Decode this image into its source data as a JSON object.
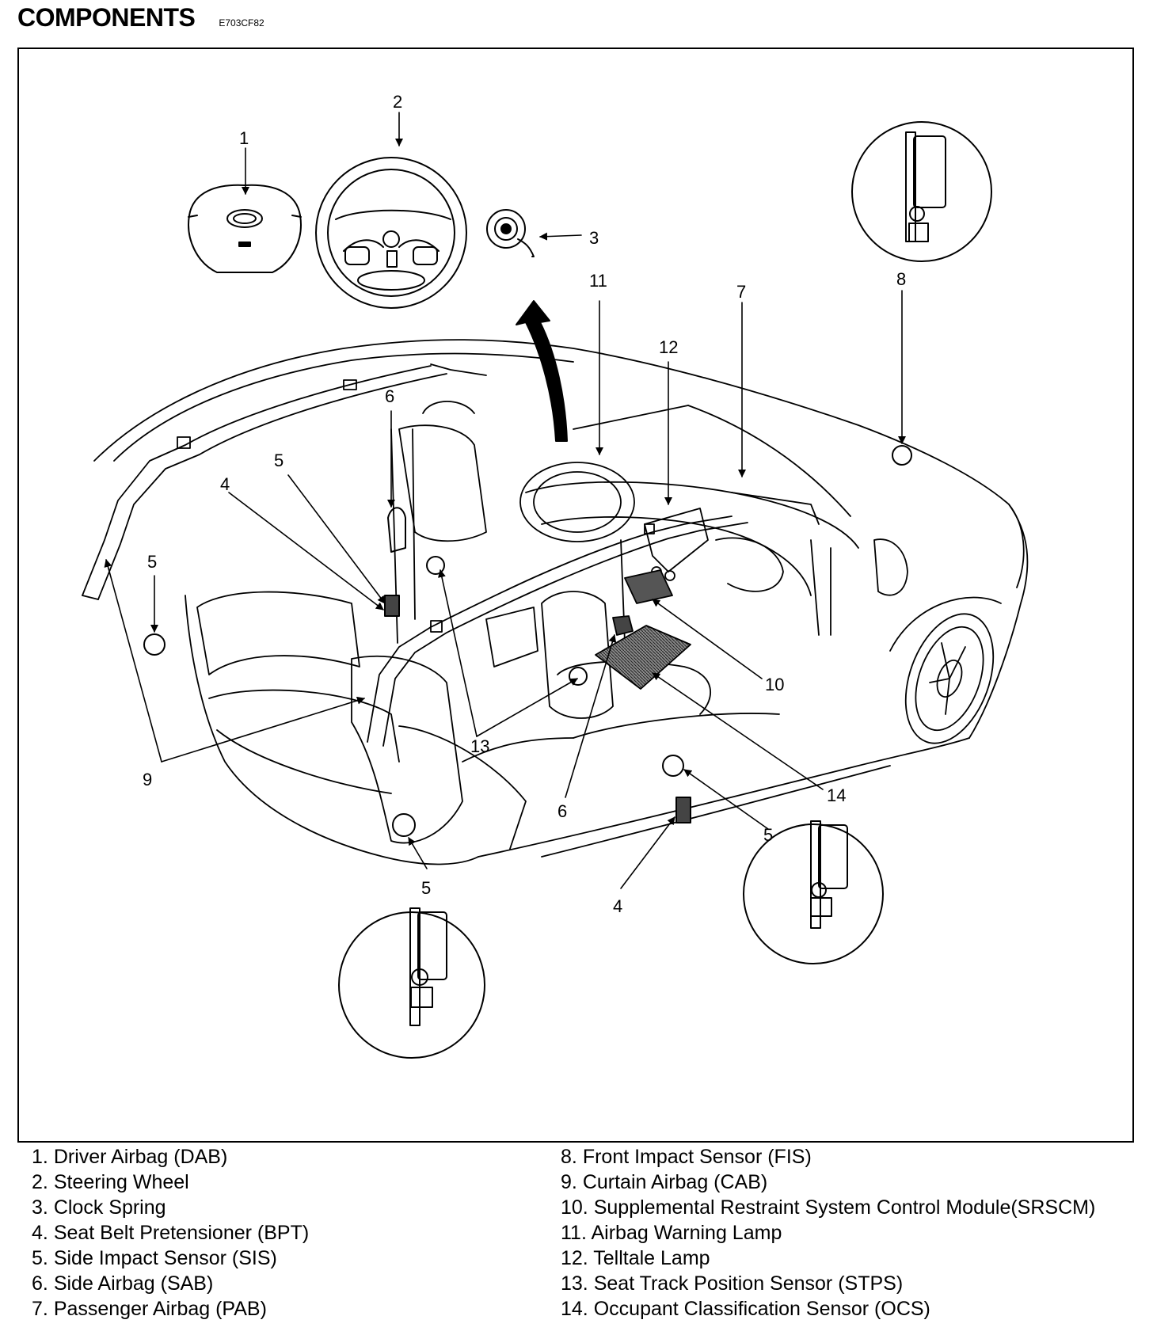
{
  "header": {
    "title": "COMPONENTS",
    "code": "E703CF82"
  },
  "callouts": {
    "c1": "1",
    "c2": "2",
    "c3": "3",
    "c4a": "4",
    "c4b": "4",
    "c5a": "5",
    "c5b": "5",
    "c5c": "5",
    "c5d": "5",
    "c6a": "6",
    "c6b": "6",
    "c7": "7",
    "c8": "8",
    "c9": "9",
    "c10": "10",
    "c11": "11",
    "c12": "12",
    "c13": "13",
    "c14": "14"
  },
  "legend": {
    "left": [
      {
        "num": "1.",
        "label": "Driver Airbag (DAB)"
      },
      {
        "num": "2.",
        "label": "Steering Wheel"
      },
      {
        "num": "3.",
        "label": "Clock Spring"
      },
      {
        "num": "4.",
        "label": "Seat Belt Pretensioner (BPT)"
      },
      {
        "num": "5.",
        "label": "Side Impact Sensor (SIS)"
      },
      {
        "num": "6.",
        "label": "Side Airbag (SAB)"
      },
      {
        "num": "7.",
        "label": "Passenger Airbag (PAB)"
      }
    ],
    "right": [
      {
        "num": "8.",
        "label": "Front Impact Sensor (FIS)"
      },
      {
        "num": "9.",
        "label": "Curtain Airbag (CAB)"
      },
      {
        "num": "10.",
        "label": "Supplemental Restraint System Control Module(SRSCM)"
      },
      {
        "num": "11.",
        "label": "Airbag Warning Lamp"
      },
      {
        "num": "12.",
        "label": "Telltale Lamp"
      },
      {
        "num": "13.",
        "label": "Seat Track Position Sensor (STPS)"
      },
      {
        "num": "14.",
        "label": "Occupant Classification Sensor (OCS)"
      }
    ]
  }
}
